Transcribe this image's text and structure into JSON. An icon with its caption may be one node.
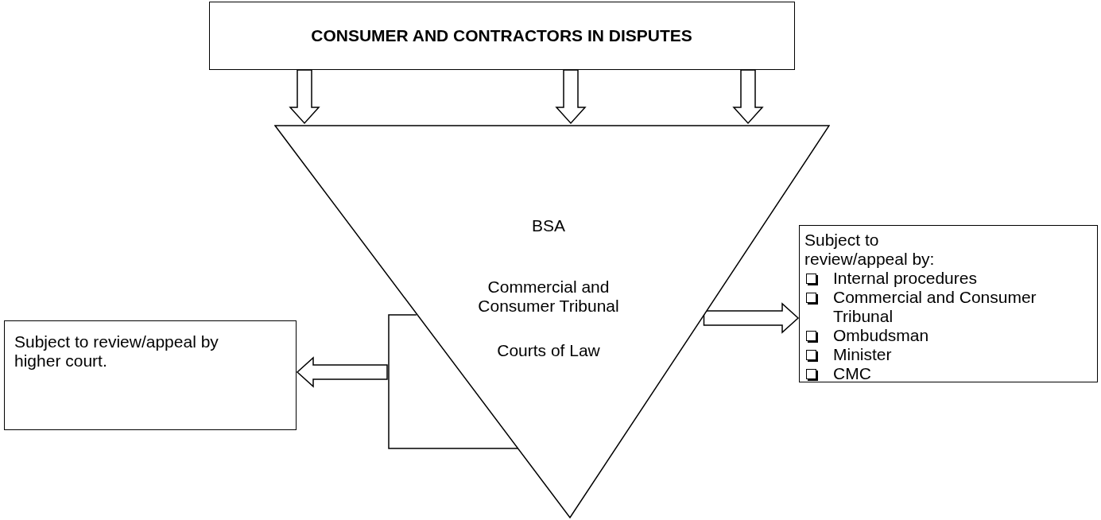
{
  "diagram": {
    "nodes": [
      {
        "text": [
          "CONSUMER AND CONTRACTORS IN DISPUTES"
        ]
      },
      {
        "text": [
          "BSA",
          "Commercial and Consumer Tribunal",
          "Courts of Law"
        ]
      },
      {
        "text": [
          "Subject to review/appeal by:",
          "Internal procedures",
          "Commercial and Consumer Tribunal",
          "Ombudsman",
          "Minister",
          "CMC"
        ]
      },
      {
        "text": [],
        "shape": "box"
      },
      {
        "text": [
          "Subject to review/appeal by higher court."
        ]
      }
    ],
    "edges": [
      {
        "from": 0,
        "to": 1,
        "arrow": "to"
      },
      {
        "from": 0,
        "to": 1,
        "arrow": "to"
      },
      {
        "from": 0,
        "to": 1,
        "arrow": "to"
      },
      {
        "from": 1,
        "to": 2,
        "arrow": "to"
      },
      {
        "from": 3,
        "to": 4,
        "arrow": "to"
      }
    ]
  }
}
